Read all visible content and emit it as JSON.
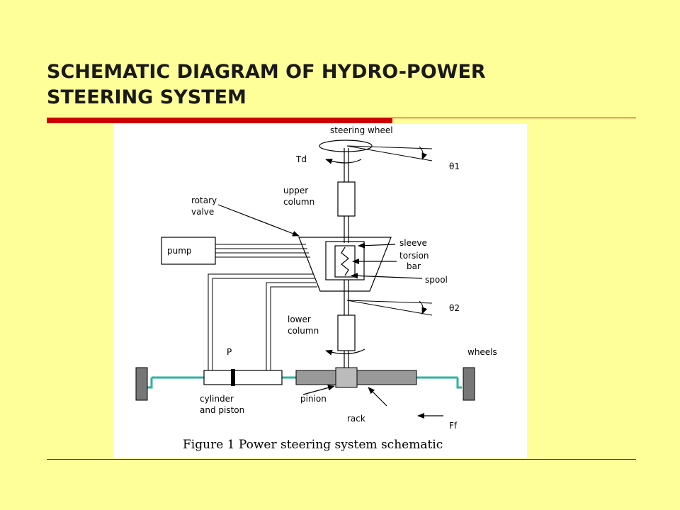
{
  "slide": {
    "title_line1": "SCHEMATIC DIAGRAM OF HYDRO-POWER",
    "title_line2": "STEERING SYSTEM"
  },
  "figure": {
    "caption": "Figure 1 Power steering system schematic",
    "labels": {
      "steering_wheel": "steering wheel",
      "td": "Td",
      "theta1": "θ1",
      "upper_column_1": "upper",
      "upper_column_2": "column",
      "rotary_valve_1": "rotary",
      "rotary_valve_2": "valve",
      "pump": "pump",
      "sleeve": "sleeve",
      "torsion_bar_1": "torsion",
      "torsion_bar_2": "bar",
      "spool": "spool",
      "theta2": "θ2",
      "lower_column_1": "lower",
      "lower_column_2": "column",
      "p": "P",
      "wheels": "wheels",
      "cylinder_piston_1": "cylinder",
      "cylinder_piston_2": "and piston",
      "pinion": "pinion",
      "rack": "rack",
      "ff": "Ff"
    }
  },
  "colors": {
    "background": "#FFFF99",
    "accent_rule": "#CC0000",
    "hydraulic_line": "#2BB3A0"
  }
}
